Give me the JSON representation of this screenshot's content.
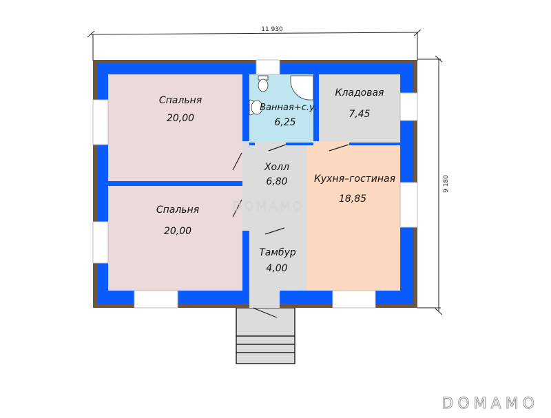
{
  "dimensions": {
    "width": "11 930",
    "height": "9 180"
  },
  "rooms": {
    "bedroom1": {
      "name": "Спальня",
      "area": "20,00"
    },
    "bedroom2": {
      "name": "Спальня",
      "area": "20,00"
    },
    "bathroom": {
      "name": "Ванная+с.у.",
      "area": "6,25"
    },
    "storage": {
      "name": "Кладовая",
      "area": "7,45"
    },
    "hall": {
      "name": "Холл",
      "area": "6,80"
    },
    "kitchen": {
      "name": "Кухня–гостиная",
      "area": "18,85"
    },
    "vestibule": {
      "name": "Тамбур",
      "area": "4,00"
    }
  },
  "watermark": "DOMAMO",
  "logo": "DOMAMO",
  "colors": {
    "wall": "#0a5cff",
    "outer": "#6b5540",
    "bedroom": "#ecd9d9",
    "bath": "#bfe6f0",
    "storage": "#dcdcdc",
    "kitchen": "#fcd9c0"
  }
}
